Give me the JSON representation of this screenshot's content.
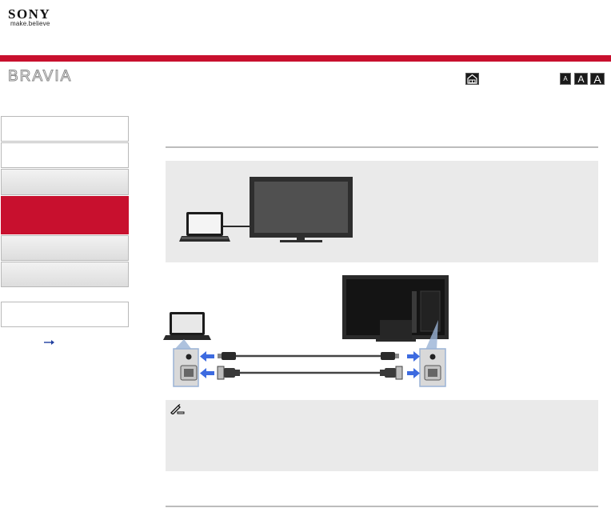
{
  "header": {
    "brand": "SONY",
    "tagline": "make.believe",
    "product": "BRAVIA",
    "font_sizes": [
      "A",
      "A",
      "A"
    ]
  },
  "icons": {
    "home": "home-icon",
    "arrow": "right-arrow-icon",
    "note": "pencil-note-icon",
    "laptop": "laptop-icon",
    "tv": "tv-icon",
    "audio_plug": "audio-plug-icon",
    "vga_connector": "vga-connector-icon"
  },
  "colors": {
    "brand_red": "#c8102e",
    "arrow_blue": "#3d6be0",
    "link_blue": "#1f3f9f"
  },
  "sidebar": {
    "items": [
      {
        "state": "normal"
      },
      {
        "state": "normal"
      },
      {
        "state": "normal"
      },
      {
        "state": "active"
      },
      {
        "state": "normal"
      },
      {
        "state": "normal"
      },
      {
        "state": "normal"
      }
    ]
  }
}
